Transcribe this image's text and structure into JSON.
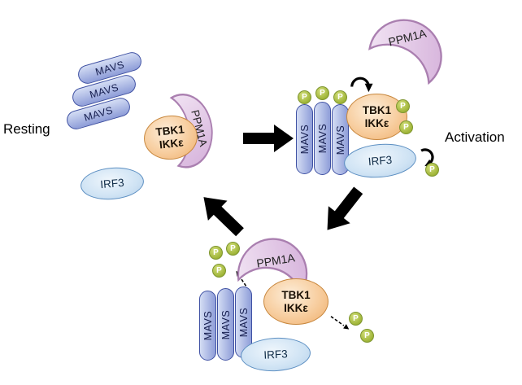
{
  "labels": {
    "resting": "Resting",
    "activation": "Activation"
  },
  "molecules": {
    "mavs": "MAVS",
    "ppm1a": "PPM1A",
    "tbk1": "TBK1",
    "ikk_epsilon": "IKKε",
    "irf3": "IRF3",
    "phosphate": "P"
  },
  "colors": {
    "mavs_fill_light": "#d4ddf4",
    "mavs_fill_dark": "#8e9dd8",
    "mavs_border": "#3f51a3",
    "ppm1a_fill_light": "#f1e3f3",
    "ppm1a_fill_dark": "#d9b8de",
    "ppm1a_border": "#aa7fb0",
    "kinase_fill_light": "#fdeeda",
    "kinase_fill_dark": "#efae6b",
    "kinase_border": "#c8883f",
    "irf3_fill_light": "#eff6fc",
    "irf3_fill_dark": "#b4cfe9",
    "irf3_border": "#5c8fc2",
    "phosphate_fill_light": "#d3df7c",
    "phosphate_fill_dark": "#9cb234",
    "phosphate_border": "#7f9630",
    "arrow": "#000000"
  }
}
